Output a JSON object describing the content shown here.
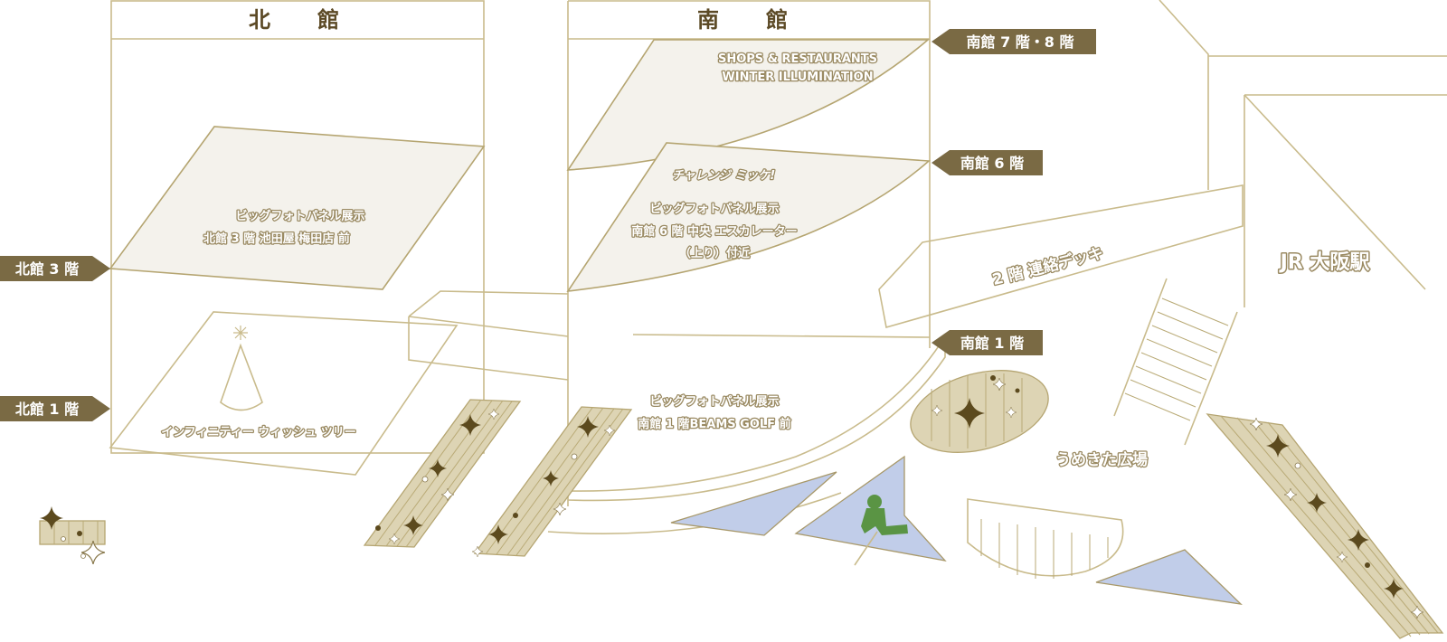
{
  "buildings": {
    "north": "北　館",
    "south": "南　館"
  },
  "floor_tags": {
    "south_7_8": "南館 7 階・8 階",
    "south_6": "南館 6 階",
    "south_1": "南館 1 階",
    "north_3": "北館 3 階",
    "north_1": "北館 1 階"
  },
  "spots": {
    "south_top_line1": "SHOPS & RESTAURANTS",
    "south_top_line2": "WINTER ILLUMINATION",
    "mikke_logo": "チャレンジ ミッケ!",
    "north3_line1": "ビッグフォトパネル展示",
    "north3_line2": "北館 3 階 池田屋 梅田店 前",
    "south6_line1": "ビッグフォトパネル展示",
    "south6_line2": "南館 6 階  中央  エスカレーター",
    "south6_line3": "（上り）付近",
    "south1_line1": "ビッグフォトパネル展示",
    "south1_line2": "南館 1 階BEAMS GOLF 前",
    "tree_label": "インフィニティー ウィッシュ ツリー"
  },
  "places": {
    "deck": "2 階  連絡デッキ",
    "jr": "JR 大阪駅",
    "plaza": "うめきた広場"
  },
  "colors": {
    "tag_bg": "#7a6a44",
    "line": "#c9bb8c",
    "panel": "#f4f2ec",
    "deco": "#ddd4b4",
    "sparkle": "#5c4a1e",
    "pond": "#c1cde9",
    "figure": "#5a9444"
  }
}
